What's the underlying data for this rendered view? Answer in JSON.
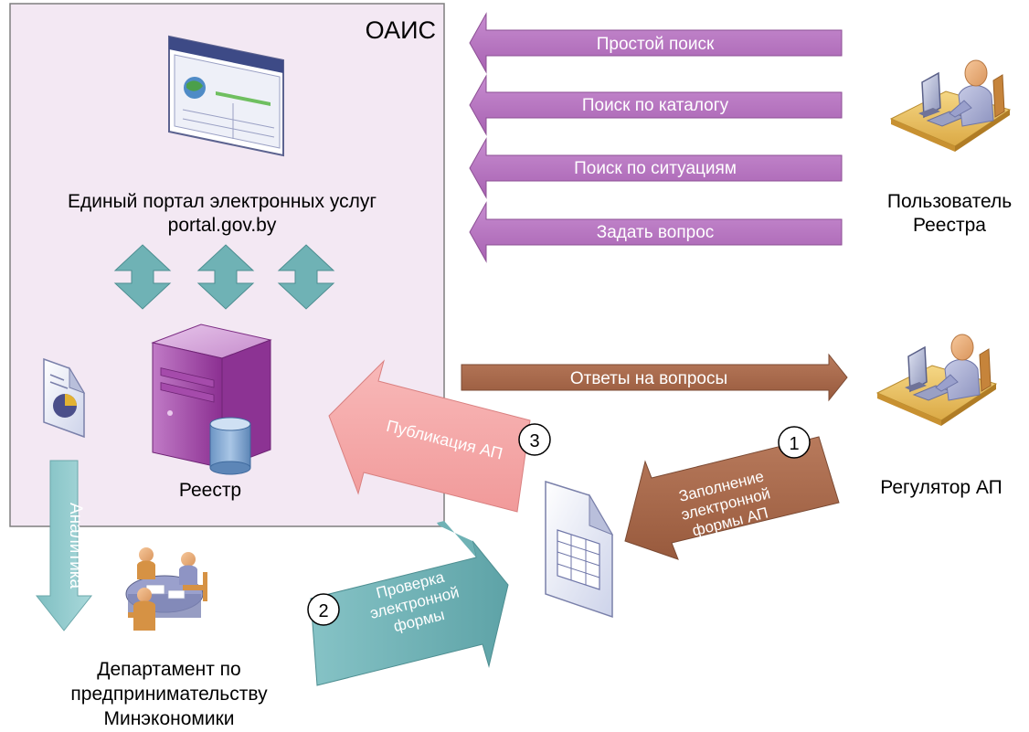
{
  "system": {
    "title": "ОАИС"
  },
  "portal": {
    "label_line1": "Единый портал электронных услуг",
    "label_line2": "portal.gov.by"
  },
  "registry": {
    "label": "Реестр"
  },
  "user": {
    "label_line1": "Пользователь",
    "label_line2": "Реестра"
  },
  "regulator": {
    "label": "Регулятор АП"
  },
  "department": {
    "label_line1": "Департамент по",
    "label_line2": "предпринимательству",
    "label_line3": "Минэкономики"
  },
  "search_arrows": {
    "simple": "Простой поиск",
    "catalog": "Поиск по каталогу",
    "situations": "Поиск по ситуациям",
    "question": "Задать вопрос"
  },
  "answers_arrow": {
    "label": "Ответы на вопросы"
  },
  "analytics_arrow": {
    "label": "Аналитика"
  },
  "steps": {
    "step1": {
      "number": "1",
      "line1": "Заполнение",
      "line2": "электронной",
      "line3": "формы АП"
    },
    "step2": {
      "number": "2",
      "line1": "Проверка",
      "line2": "электронной",
      "line3": "формы"
    },
    "step3": {
      "number": "3",
      "label": "Публикация АП"
    }
  },
  "colors": {
    "oais_fill": "#f3e8f3",
    "search_arrow": "#b679be",
    "answers_arrow": "#a9694c",
    "teal_arrow": "#6fb2b5",
    "pink_arrow": "#f4a7a7",
    "server_purple": "#9b3fa0"
  },
  "icons": {
    "portal": "browser-window-icon",
    "registry": "server-with-database-icon",
    "report": "report-document-icon",
    "form": "form-document-icon",
    "user": "person-at-computer-icon",
    "meeting": "meeting-table-icon"
  }
}
